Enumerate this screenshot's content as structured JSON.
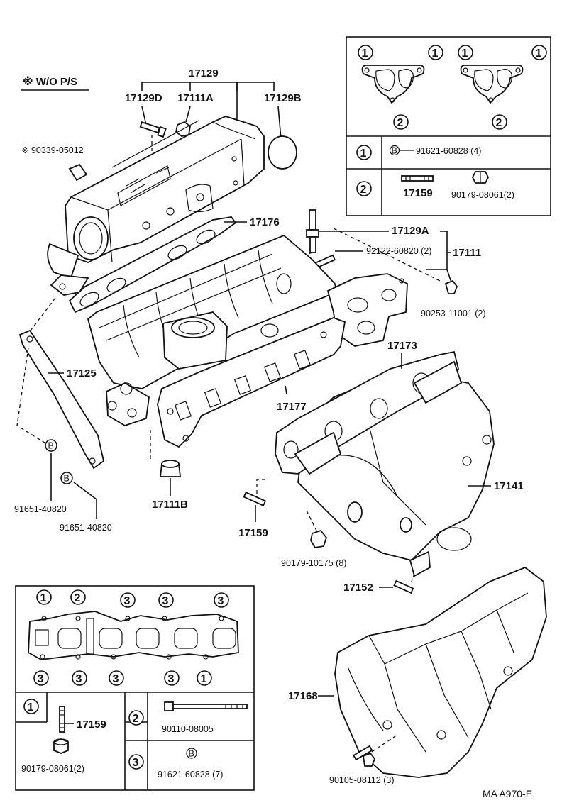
{
  "note": "※ W/O P/S",
  "callouts": {
    "c17129": "17129",
    "c17129D": "17129D",
    "c17111A": "17111A",
    "c17129B": "17129B",
    "c90339": "※ 90339-05012",
    "c17176": "17176",
    "c17129A": "17129A",
    "c92122": "92122-60820 (2)",
    "c17111": "17111",
    "c90253": "90253-11001 (2)",
    "c17173": "17173",
    "c17125": "17125",
    "c17177": "17177",
    "c17141": "17141",
    "c17111B": "17111B",
    "c17159": "17159",
    "c90179_10175": "90179-10175 (8)",
    "c17152": "17152",
    "c17168": "17168",
    "c90105": "90105-08112 (3)",
    "c91651a": "91651-40820",
    "c91651b": "91651-40820",
    "b_letter": "B"
  },
  "top_gasket_box": {
    "markers": [
      "1",
      "2"
    ],
    "row1_label": "91621-60828 (4)",
    "row2_stud": "17159",
    "row2_nut": "90179-08061(2)"
  },
  "bottom_gasket_box": {
    "markers": [
      "1",
      "2",
      "3"
    ],
    "cell1_stud": "17159",
    "cell1_nut": "90179-08061(2)",
    "cell2_bolt": "90110-08005",
    "cell3_bolt": "91621-60828 (7)"
  },
  "figure_code": "MA  A970-E"
}
